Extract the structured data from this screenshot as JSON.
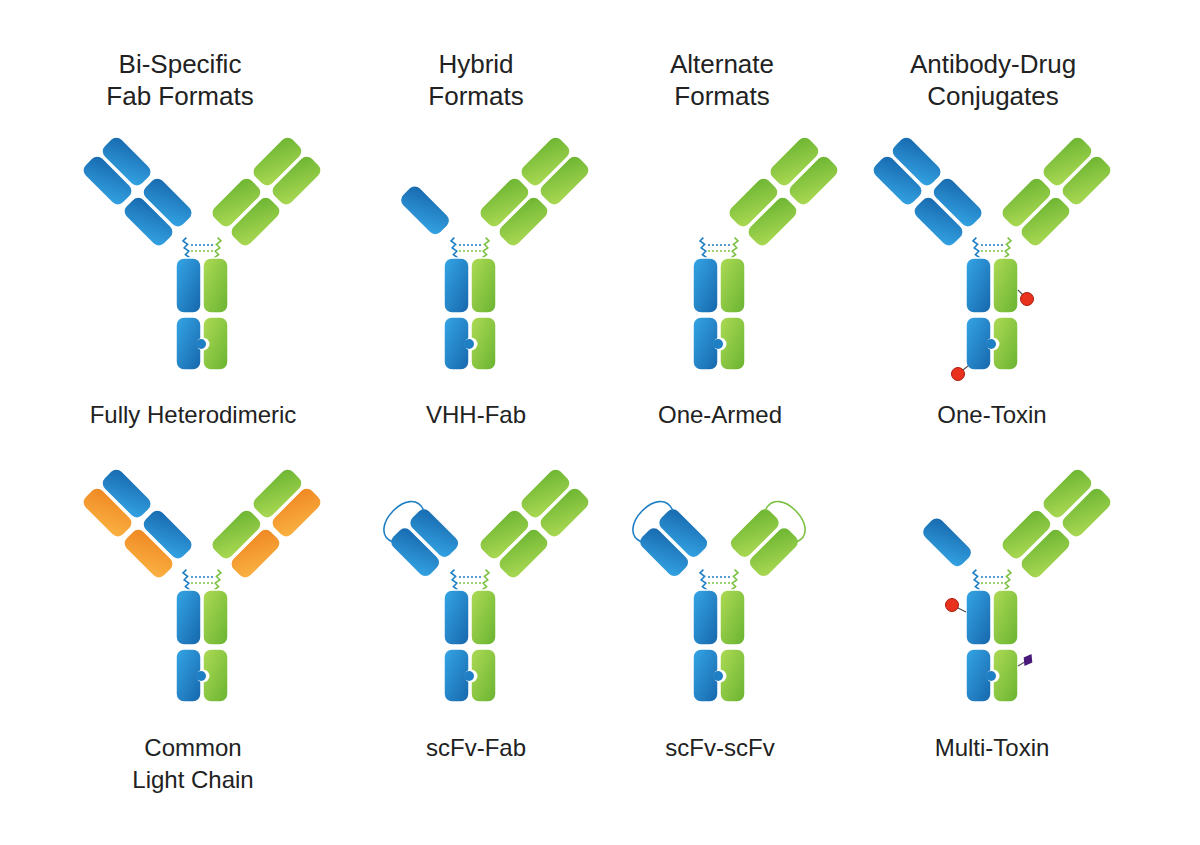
{
  "diagram": {
    "labels": [
      "Bi-Specific Fab Formats",
      "Hybrid Formats",
      "Alternate Formats",
      "Antibody-Drug Conjugates",
      "Fully Heterodimeric",
      "VHH-Fab",
      "One-Armed",
      "One-Toxin",
      "Common Light Chain",
      "scFv-Fab",
      "scFv-scFv",
      "Multi-Toxin"
    ]
  }
}
